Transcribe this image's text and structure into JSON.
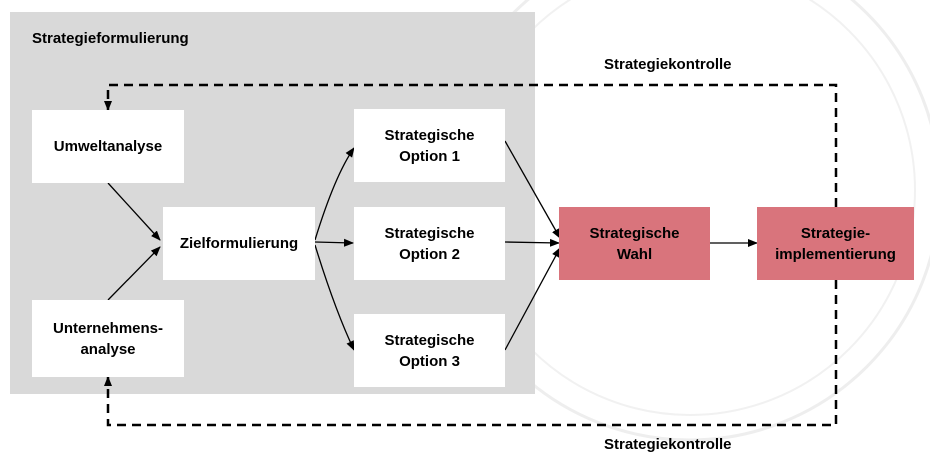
{
  "panel": {
    "title": "Strategieformulierung"
  },
  "boxes": {
    "umweltanalyse": {
      "lines": [
        "Umweltanalyse"
      ]
    },
    "unternehmensanalyse": {
      "lines": [
        "Unternehmens-",
        "analyse"
      ]
    },
    "zielformulierung": {
      "lines": [
        "Zielformulierung"
      ]
    },
    "option1": {
      "lines": [
        "Strategische",
        "Option 1"
      ]
    },
    "option2": {
      "lines": [
        "Strategische",
        "Option 2"
      ]
    },
    "option3": {
      "lines": [
        "Strategische",
        "Option 3"
      ]
    },
    "wahl": {
      "lines": [
        "Strategische",
        "Wahl"
      ]
    },
    "implementierung": {
      "lines": [
        "Strategie-",
        "implementierung"
      ]
    }
  },
  "labels": {
    "kontrolle_top": "Strategiekontrolle",
    "kontrolle_bottom": "Strategiekontrolle"
  },
  "colors": {
    "panel": "#d9d9d9",
    "highlight": "#d9747c",
    "box": "#ffffff",
    "arrow": "#000000"
  }
}
